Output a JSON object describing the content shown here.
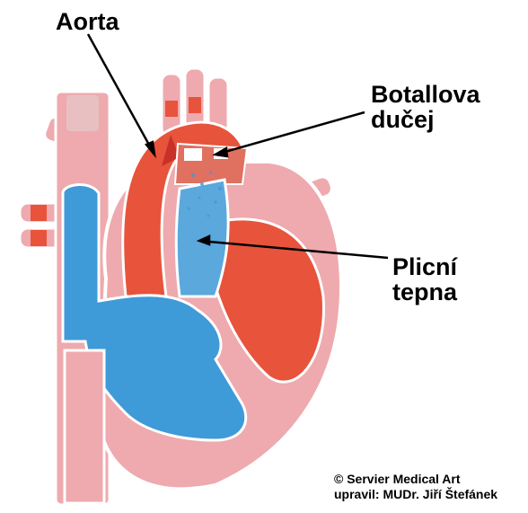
{
  "labels": {
    "aorta": "Aorta",
    "botallova_line1": "Botallova",
    "botallova_line2": "dučej",
    "plicni_line1": "Plicní",
    "plicni_line2": "tepna"
  },
  "credit": {
    "line1": "© Servier Medical Art",
    "line2": "upravil: MUDr. Jiří Štefánek"
  },
  "colors": {
    "background": "#ffffff",
    "aorta_red": "#e8533c",
    "aorta_dark": "#c8302a",
    "vein_blue": "#3f9ad8",
    "vein_blue_light": "#7cc3ee",
    "tissue_pink": "#eeaaae",
    "tissue_pink_dark": "#d98a90",
    "outline": "#ffffff",
    "text": "#000000"
  }
}
